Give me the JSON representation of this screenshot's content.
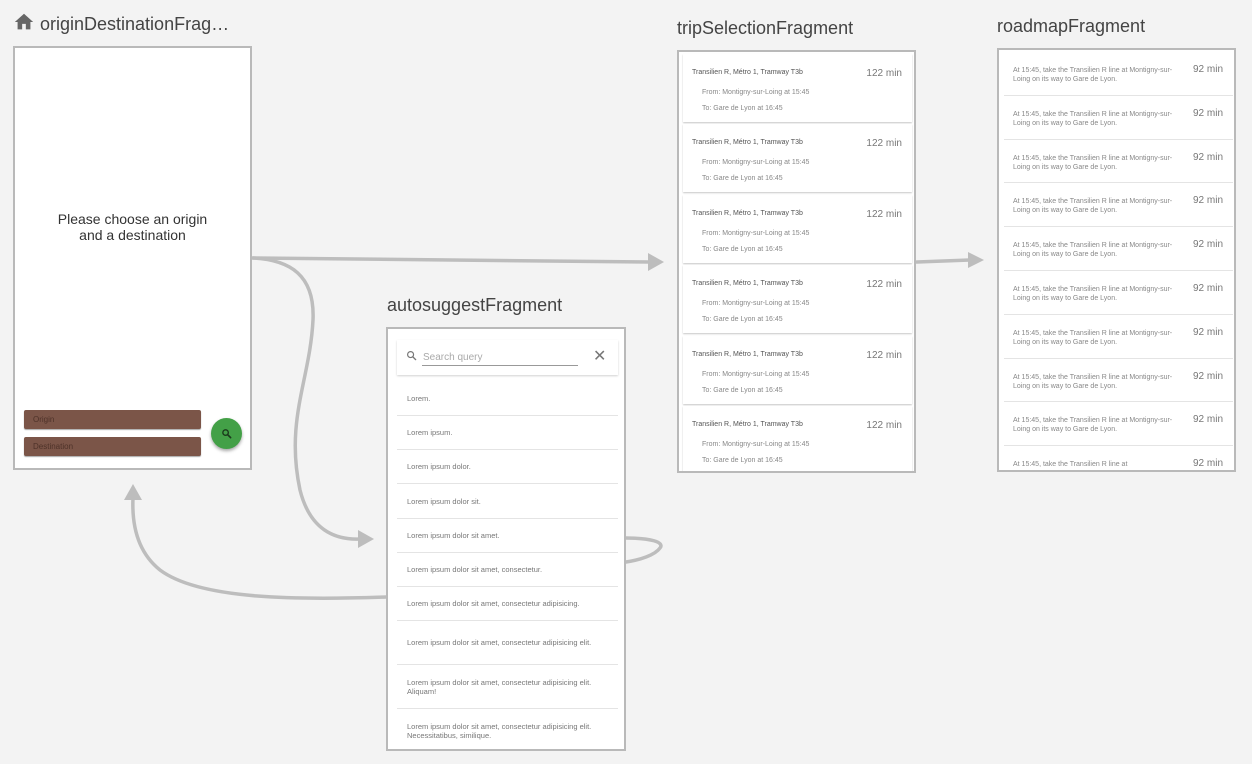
{
  "origin_destination": {
    "title": "originDestinationFrag…",
    "home_icon": "home-icon",
    "message_line1": "Please choose an origin",
    "message_line2": "and a destination",
    "origin_label": "Origin",
    "destination_label": "Destination",
    "fab_icon": "search-icon",
    "field_color": "#7b5548",
    "fab_color": "#43a047"
  },
  "autosuggest": {
    "title": "autosuggestFragment",
    "search_placeholder": "Search query",
    "search_icon": "search-icon",
    "close_icon": "close-icon",
    "items": [
      "Lorem.",
      "Lorem ipsum.",
      "Lorem ipsum dolor.",
      "Lorem ipsum dolor sit.",
      "Lorem ipsum dolor sit amet.",
      "Lorem ipsum dolor sit amet, consectetur.",
      "Lorem ipsum dolor sit amet, consectetur adipisicing.",
      "Lorem ipsum dolor sit amet, consectetur adipisicing elit.",
      "Lorem ipsum dolor sit amet, consectetur adipisicing elit. Aliquam!",
      "Lorem ipsum dolor sit amet, consectetur adipisicing elit. Necessitatibus, similique."
    ]
  },
  "trip_selection": {
    "title": "tripSelectionFragment",
    "trips": [
      {
        "lines": "Transilien R, Métro 1, Tramway T3b",
        "duration": "122 min",
        "from": "From: Montigny-sur-Loing at 15:45",
        "to": "To: Gare de Lyon at 16:45"
      },
      {
        "lines": "Transilien R, Métro 1, Tramway T3b",
        "duration": "122 min",
        "from": "From: Montigny-sur-Loing at 15:45",
        "to": "To: Gare de Lyon at 16:45"
      },
      {
        "lines": "Transilien R, Métro 1, Tramway T3b",
        "duration": "122 min",
        "from": "From: Montigny-sur-Loing at 15:45",
        "to": "To: Gare de Lyon at 16:45"
      },
      {
        "lines": "Transilien R, Métro 1, Tramway T3b",
        "duration": "122 min",
        "from": "From: Montigny-sur-Loing at 15:45",
        "to": "To: Gare de Lyon at 16:45"
      },
      {
        "lines": "Transilien R, Métro 1, Tramway T3b",
        "duration": "122 min",
        "from": "From: Montigny-sur-Loing at 15:45",
        "to": "To: Gare de Lyon at 16:45"
      },
      {
        "lines": "Transilien R, Métro 1, Tramway T3b",
        "duration": "122 min",
        "from": "From: Montigny-sur-Loing at 15:45",
        "to": "To: Gare de Lyon at 16:45"
      }
    ]
  },
  "roadmap": {
    "title": "roadmapFragment",
    "steps": [
      {
        "text": "At 15:45, take the Transilien R line at Montigny-sur-Loing on its way to Gare de Lyon.",
        "duration": "92 min"
      },
      {
        "text": "At 15:45, take the Transilien R line at Montigny-sur-Loing on its way to Gare de Lyon.",
        "duration": "92 min"
      },
      {
        "text": "At 15:45, take the Transilien R line at Montigny-sur-Loing on its way to Gare de Lyon.",
        "duration": "92 min"
      },
      {
        "text": "At 15:45, take the Transilien R line at Montigny-sur-Loing on its way to Gare de Lyon.",
        "duration": "92 min"
      },
      {
        "text": "At 15:45, take the Transilien R line at Montigny-sur-Loing on its way to Gare de Lyon.",
        "duration": "92 min"
      },
      {
        "text": "At 15:45, take the Transilien R line at Montigny-sur-Loing on its way to Gare de Lyon.",
        "duration": "92 min"
      },
      {
        "text": "At 15:45, take the Transilien R line at Montigny-sur-Loing on its way to Gare de Lyon.",
        "duration": "92 min"
      },
      {
        "text": "At 15:45, take the Transilien R line at Montigny-sur-Loing on its way to Gare de Lyon.",
        "duration": "92 min"
      },
      {
        "text": "At 15:45, take the Transilien R line at Montigny-sur-Loing on its way to Gare de Lyon.",
        "duration": "92 min"
      },
      {
        "text": "At 15:45, take the Transilien R line at",
        "duration": "92 min"
      }
    ]
  },
  "connector_color": "#bdbdbd"
}
